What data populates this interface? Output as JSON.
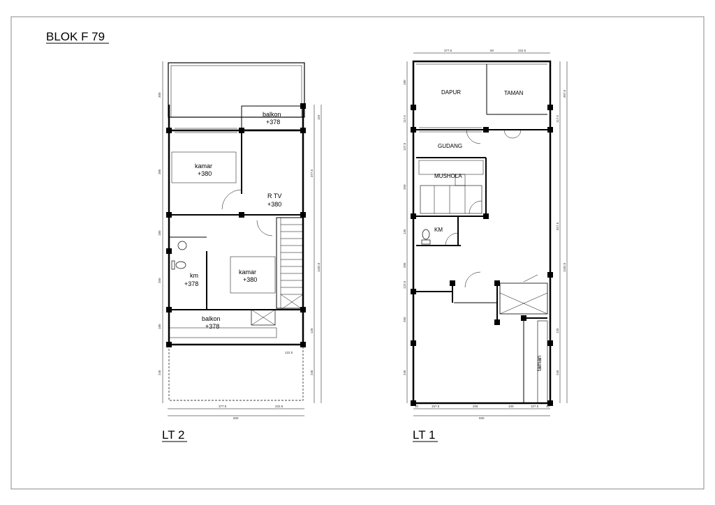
{
  "sheet": {
    "title": "BLOK F 79"
  },
  "lt2": {
    "label": "LT 2",
    "rooms": {
      "balkon_top": "balkon",
      "balkon_top_level": "+378",
      "kamar_1": "kamar",
      "kamar_1_level": "+380",
      "rtv": "R TV",
      "rtv_level": "+380",
      "kamar_2": "kamar",
      "kamar_2_level": "+380",
      "km": "km",
      "km_level": "+378",
      "balkon_bottom": "balkon",
      "balkon_bottom_level": "+378"
    },
    "dims": {
      "left_1": "300",
      "left_2": "385",
      "left_3": "180",
      "left_4": "250",
      "left_5": "180",
      "left_6": "245",
      "right_1": "110",
      "right_2": "377.5",
      "right_3": "1182.5",
      "right_4": "120",
      "right_5": "245",
      "stair": "122.5",
      "bottom_1": "377.5",
      "bottom_2": "222.5",
      "bottom_total": "600"
    }
  },
  "lt1": {
    "label": "LT 1",
    "rooms": {
      "dapur": "DAPUR",
      "taman_top": "TAMAN",
      "gudang": "GUDANG",
      "musholla": "MUSHOLA",
      "km": "KM",
      "taman_bottom": "taman"
    },
    "dims": {
      "top_1": "377.5",
      "top_2": "60",
      "top_3": "222.5",
      "left_1": "180",
      "left_2": "117.5",
      "left_3": "127.5",
      "left_4": "250",
      "left_5": "135",
      "left_6": "205",
      "left_7": "122.5",
      "left_8": "250",
      "left_9": "245",
      "right_1": "307.5",
      "right_2": "117.5",
      "right_3": "827.5",
      "right_4": "1182.5",
      "right_5": "120",
      "right_6": "245",
      "bottom_0": "10",
      "bottom_1": "157.5",
      "bottom_2": "205",
      "bottom_3": "100",
      "bottom_4": "107.5",
      "bottom_5": "10",
      "bottom_total": "600"
    }
  }
}
